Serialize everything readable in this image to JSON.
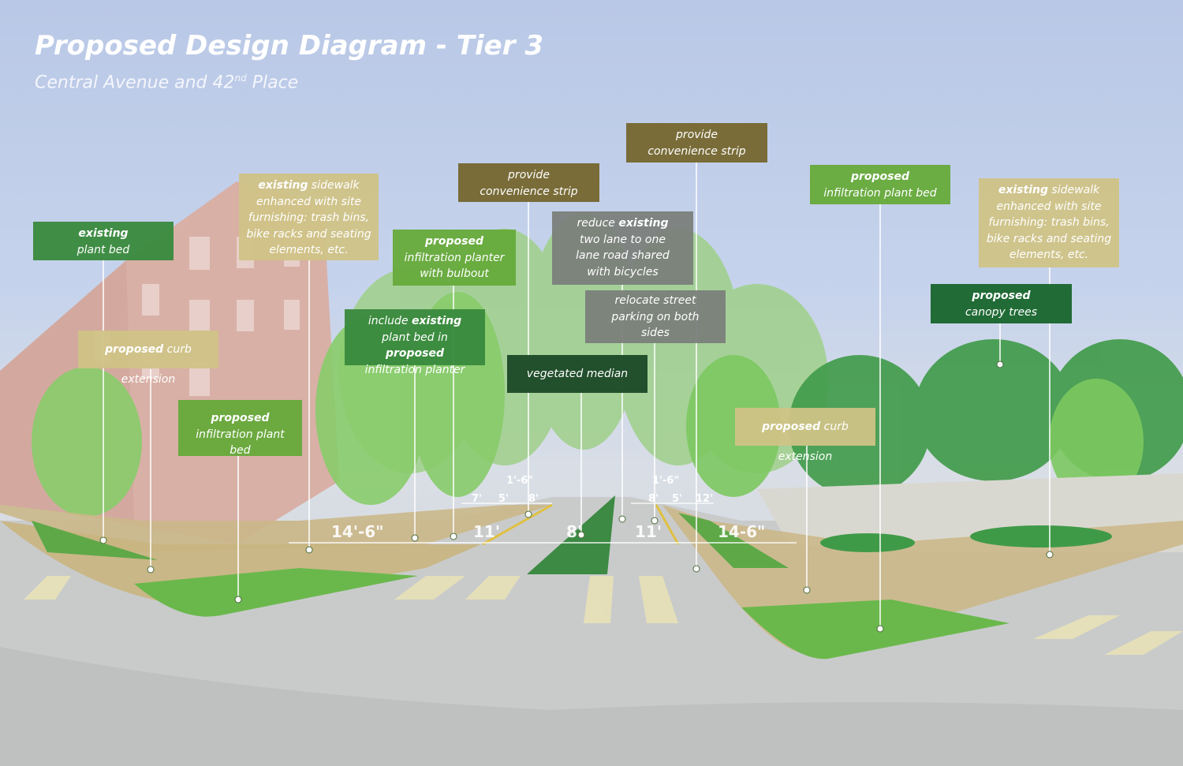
{
  "header": {
    "title": "Proposed Design Diagram - Tier 3",
    "subtitle_main": "Central Avenue and 42",
    "subtitle_sup": "nd",
    "subtitle_tail": " Place"
  },
  "callouts": [
    {
      "id": "existing-plant-bed-left",
      "color": "#3a8a3e",
      "parts": [
        {
          "text": "existing",
          "bold": true
        },
        {
          "br": true
        },
        {
          "text": "plant bed"
        }
      ]
    },
    {
      "id": "existing-sidewalk-left",
      "color": "#cfc286",
      "parts": [
        {
          "text": "existing",
          "bold": true
        },
        {
          "text": " sidewalk"
        },
        {
          "br": true
        },
        {
          "text": "enhanced with site"
        },
        {
          "br": true
        },
        {
          "text": "furnishing: trash bins,"
        },
        {
          "br": true
        },
        {
          "text": "bike racks and seating"
        },
        {
          "br": true
        },
        {
          "text": "elements, etc."
        }
      ]
    },
    {
      "id": "proposed-curb-extension-left",
      "color": "#cfc286",
      "parts": [
        {
          "text": "proposed",
          "bold": true
        },
        {
          "text": " curb extension"
        }
      ]
    },
    {
      "id": "proposed-infiltration-plant-bed-left",
      "color": "#66aa3a",
      "parts": [
        {
          "text": "proposed",
          "bold": true
        },
        {
          "br": true
        },
        {
          "text": "infiltration plant bed"
        }
      ]
    },
    {
      "id": "proposed-infiltration-planter-bulbout",
      "color": "#66aa3a",
      "parts": [
        {
          "text": "proposed",
          "bold": true
        },
        {
          "br": true
        },
        {
          "text": "infiltration planter"
        },
        {
          "br": true
        },
        {
          "text": "with bulbout"
        }
      ]
    },
    {
      "id": "include-existing-plant-bed",
      "color": "#3a8a3e",
      "parts": [
        {
          "text": "include "
        },
        {
          "text": "existing",
          "bold": true
        },
        {
          "br": true
        },
        {
          "text": "plant bed in "
        },
        {
          "text": "proposed",
          "bold": true
        },
        {
          "br": true
        },
        {
          "text": "infiltration planter"
        }
      ]
    },
    {
      "id": "provide-convenience-strip-left",
      "color": "#766830",
      "parts": [
        {
          "text": "provide"
        },
        {
          "br": true
        },
        {
          "text": "convenience strip"
        }
      ]
    },
    {
      "id": "reduce-existing-two-lane",
      "color": "#7a7e7a",
      "parts": [
        {
          "text": "reduce "
        },
        {
          "text": "existing",
          "bold": true
        },
        {
          "br": true
        },
        {
          "text": "two lane to one"
        },
        {
          "br": true
        },
        {
          "text": "lane road shared"
        },
        {
          "br": true
        },
        {
          "text": "with bicycles"
        }
      ]
    },
    {
      "id": "vegetated-median",
      "color": "#1e4a28",
      "parts": [
        {
          "text": "vegetated median"
        }
      ]
    },
    {
      "id": "relocate-street-parking",
      "color": "#7a7e7a",
      "parts": [
        {
          "text": "relocate street"
        },
        {
          "br": true
        },
        {
          "text": "parking on both"
        },
        {
          "br": true
        },
        {
          "text": "sides"
        }
      ]
    },
    {
      "id": "provide-convenience-strip-right",
      "color": "#766830",
      "parts": [
        {
          "text": "provide"
        },
        {
          "br": true
        },
        {
          "text": "convenience strip"
        }
      ]
    },
    {
      "id": "proposed-infiltration-plant-bed-right",
      "color": "#66aa3a",
      "parts": [
        {
          "text": "proposed",
          "bold": true
        },
        {
          "br": true
        },
        {
          "text": "infiltration plant bed"
        }
      ]
    },
    {
      "id": "existing-sidewalk-right",
      "color": "#cfc286",
      "parts": [
        {
          "text": "existing",
          "bold": true
        },
        {
          "text": " sidewalk"
        },
        {
          "br": true
        },
        {
          "text": "enhanced with site"
        },
        {
          "br": true
        },
        {
          "text": "furnishing: trash bins,"
        },
        {
          "br": true
        },
        {
          "text": "bike racks and seating"
        },
        {
          "br": true
        },
        {
          "text": "elements, etc."
        }
      ]
    },
    {
      "id": "proposed-canopy-trees",
      "color": "#1a662e",
      "parts": [
        {
          "text": "proposed",
          "bold": true
        },
        {
          "br": true
        },
        {
          "text": "canopy trees"
        }
      ]
    },
    {
      "id": "proposed-curb-extension-right",
      "color": "#cfc286",
      "parts": [
        {
          "text": "proposed",
          "bold": true
        },
        {
          "text": " curb extension"
        }
      ]
    }
  ],
  "dimensions": {
    "left_sidewalk": "14'-6\"",
    "left_lane": "11'",
    "median": "8'",
    "right_lane": "11'",
    "right_sidewalk": "14-6\"",
    "left_strip": "1'-6\"",
    "right_strip": "1'-6\"",
    "left_sub_7": "7'",
    "left_sub_5": "5'",
    "left_sub_8": "8'",
    "right_sub_8": "8'",
    "right_sub_5": "5'",
    "right_sub_12": "12'"
  }
}
